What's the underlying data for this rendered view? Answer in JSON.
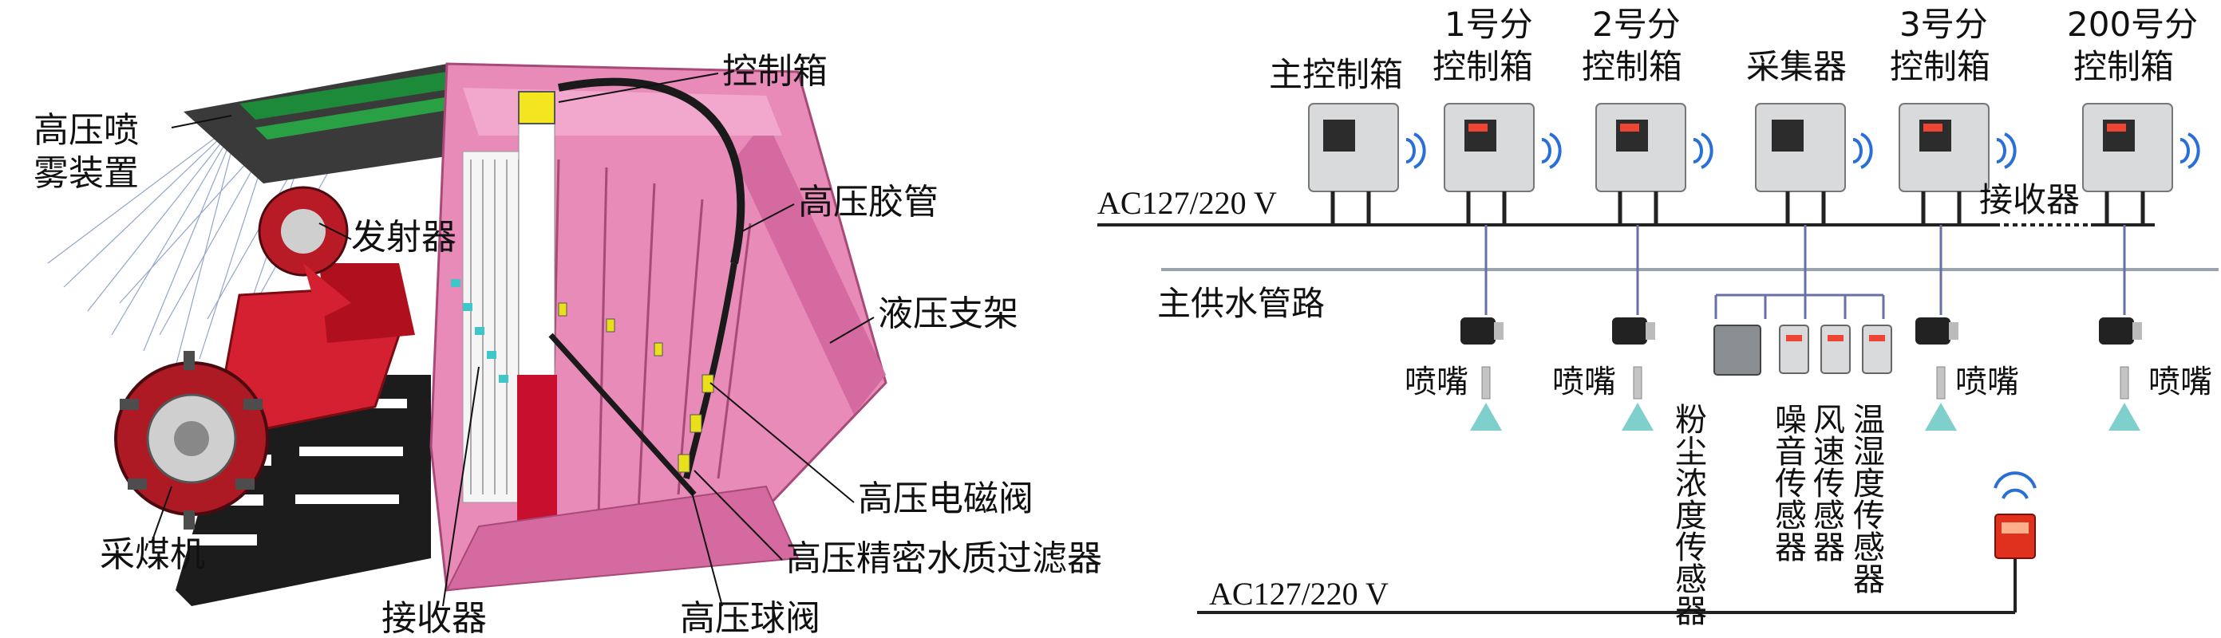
{
  "left": {
    "labels": {
      "spray_device_1": "高压喷",
      "spray_device_2": "雾装置",
      "control_box": "控制箱",
      "transmitter": "发射器",
      "high_pressure_hose": "高压胶管",
      "hydraulic_support": "液压支架",
      "shearer": "采煤机",
      "solenoid_valve": "高压电磁阀",
      "precision_filter": "高压精密水质过滤器",
      "receiver": "接收器",
      "ball_valve": "高压球阀"
    }
  },
  "right": {
    "power_top": "AC127/220 V",
    "power_bottom": "AC127/220 V",
    "water_main": "主供水管路",
    "receiver": "接收器",
    "boxes": {
      "main": "主控制箱",
      "box1_a": "1号分",
      "box1_b": "控制箱",
      "box2_a": "2号分",
      "box2_b": "控制箱",
      "collector": "采集器",
      "box3_a": "3号分",
      "box3_b": "控制箱",
      "box200_a": "200号分",
      "box200_b": "控制箱"
    },
    "nozzle": "喷嘴",
    "sensors": {
      "dust": "粉尘浓度传感器",
      "noise": "噪音传感器",
      "wind": "风速传感器",
      "temp": "温湿度传感器"
    }
  },
  "colors": {
    "support_pink": "#e88bb8",
    "support_dark": "#c0558a",
    "shearer_red": "#d42030",
    "pipe_grey": "#777777",
    "box_grey": "#d8dadc",
    "water_blue": "#7fcfcc",
    "signal_blue": "#2a6fd6",
    "alarm_red": "#e0301e"
  }
}
